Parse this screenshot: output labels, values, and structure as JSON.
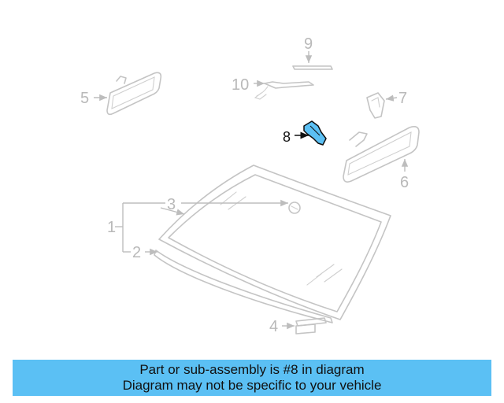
{
  "diagram": {
    "callouts": [
      "1",
      "2",
      "3",
      "4",
      "5",
      "6",
      "7",
      "8",
      "9",
      "10"
    ],
    "highlighted_part": "8",
    "highlight_color": "#5bc0f4",
    "part_color": "#c4c4c4"
  },
  "banner": {
    "line1": "Part or sub-assembly is #8 in diagram",
    "line2": "Diagram may not be specific to your vehicle",
    "background": "#5bc0f4"
  }
}
